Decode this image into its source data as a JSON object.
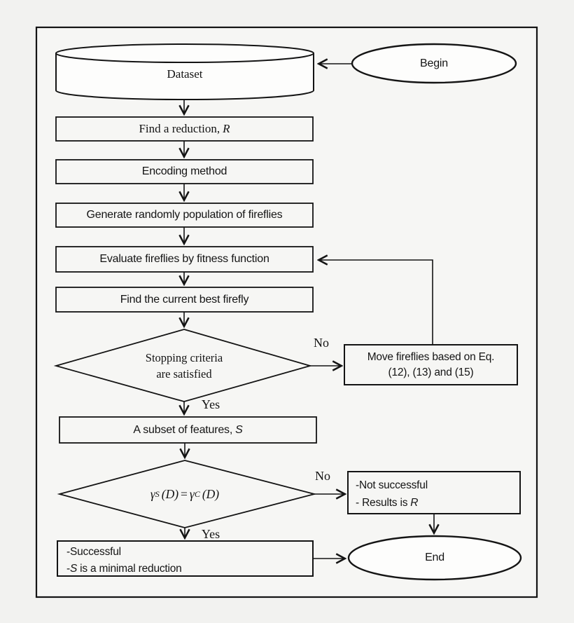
{
  "meta": {
    "type": "flowchart",
    "description": "Firefly algorithm flowchart for finding a minimal reduction (feature subset selection)",
    "colors": {
      "page_background": "#f2f2f0",
      "panel_background": "#f6f6f4",
      "stroke": "#141414",
      "shape_fill": "#f6f6f4",
      "terminal_fill": "#fdfdfc"
    }
  },
  "nodes": {
    "begin": {
      "label": "Begin"
    },
    "dataset": {
      "label": "Dataset"
    },
    "find_reduction": {
      "text": "Find a reduction,",
      "var": "R"
    },
    "encoding": {
      "label": "Encoding method"
    },
    "generate": {
      "label": "Generate randomly population of fireflies"
    },
    "evaluate": {
      "label": "Evaluate fireflies by fitness function"
    },
    "best_firefly": {
      "label": "Find the current best firefly"
    },
    "stopping": {
      "line1": "Stopping criteria",
      "line2": "are satisfied"
    },
    "move": {
      "line1": "Move fireflies based on Eq.",
      "line2": "(12), (13) and (15)"
    },
    "subset": {
      "text": "A subset of features,",
      "var": "S"
    },
    "gamma_check": {
      "sym1": "γ",
      "sub1": "S",
      "arg1": "(D)",
      "eq": "=",
      "sym2": "γ",
      "sub2": "C",
      "arg2": "(D)"
    },
    "not_successful": {
      "line1": "-Not successful",
      "line2_text": "- Results is",
      "line2_var": "R"
    },
    "successful": {
      "line1": "-Successful",
      "line2_dash": "-",
      "line2_var": "S",
      "line2_text": "is a minimal reduction"
    },
    "end": {
      "label": "End"
    }
  },
  "edge_labels": {
    "no1": "No",
    "yes1": "Yes",
    "no2": "No",
    "yes2": "Yes"
  }
}
